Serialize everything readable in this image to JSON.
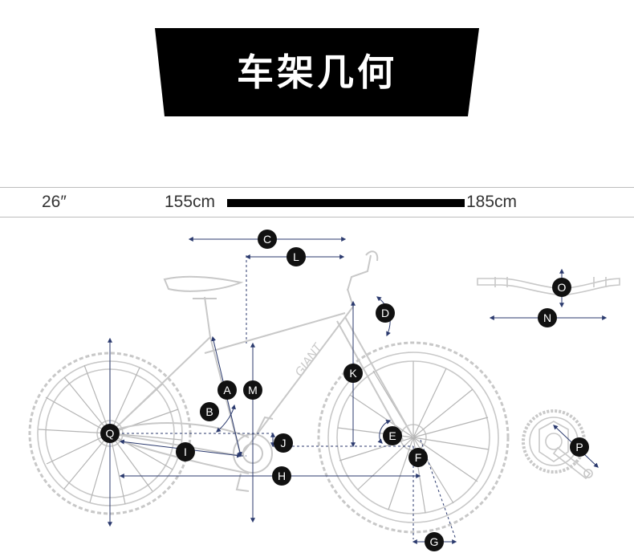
{
  "title": "车架几何",
  "size_bar": {
    "wheel_size": "26″",
    "height_min": "155cm",
    "height_max": "185cm"
  },
  "labels": {
    "A": "A",
    "B": "B",
    "C": "C",
    "D": "D",
    "E": "E",
    "F": "F",
    "G": "G",
    "H": "H",
    "I": "I",
    "J": "J",
    "K": "K",
    "L": "L",
    "M": "M",
    "N": "N",
    "O": "O",
    "P": "P",
    "Q": "Q"
  },
  "colors": {
    "banner": "#000000",
    "bike_outline": "#c8c8c8",
    "dimension_line": "#2b3a6e",
    "marker": "#111111"
  },
  "icons": [
    "bicycle-frame",
    "handlebar",
    "crankset"
  ]
}
